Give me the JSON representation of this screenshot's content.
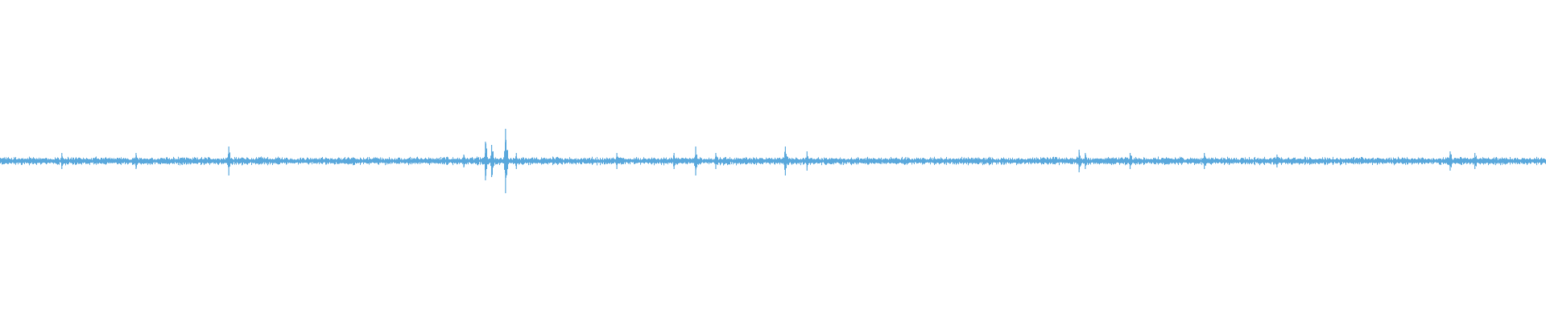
{
  "waveform": {
    "color": "#5aa8dc",
    "background": "#ffffff",
    "baseline_amplitude": 0.02,
    "spikes": [
      {
        "position": 0.04,
        "amplitude": 0.05
      },
      {
        "position": 0.088,
        "amplitude": 0.05
      },
      {
        "position": 0.148,
        "amplitude": 0.09
      },
      {
        "position": 0.3,
        "amplitude": 0.04
      },
      {
        "position": 0.314,
        "amplitude": 0.12
      },
      {
        "position": 0.318,
        "amplitude": 0.1
      },
      {
        "position": 0.327,
        "amplitude": 0.2
      },
      {
        "position": 0.334,
        "amplitude": 0.05
      },
      {
        "position": 0.399,
        "amplitude": 0.05
      },
      {
        "position": 0.436,
        "amplitude": 0.05
      },
      {
        "position": 0.45,
        "amplitude": 0.09
      },
      {
        "position": 0.463,
        "amplitude": 0.05
      },
      {
        "position": 0.508,
        "amplitude": 0.09
      },
      {
        "position": 0.522,
        "amplitude": 0.06
      },
      {
        "position": 0.698,
        "amplitude": 0.07
      },
      {
        "position": 0.702,
        "amplitude": 0.05
      },
      {
        "position": 0.731,
        "amplitude": 0.05
      },
      {
        "position": 0.779,
        "amplitude": 0.05
      },
      {
        "position": 0.826,
        "amplitude": 0.04
      },
      {
        "position": 0.938,
        "amplitude": 0.06
      },
      {
        "position": 0.954,
        "amplitude": 0.05
      }
    ]
  }
}
